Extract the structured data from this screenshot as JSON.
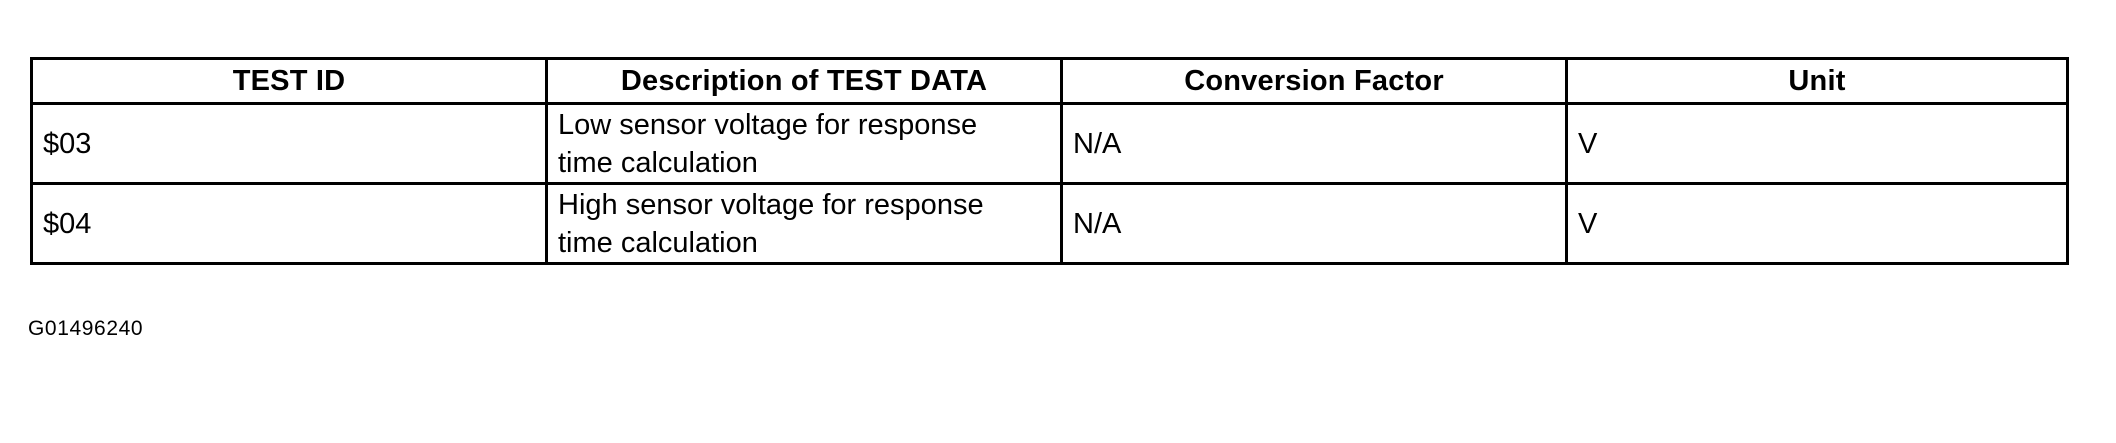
{
  "document": {
    "background_color": "#ffffff",
    "text_color": "#000000",
    "caption": "G01496240"
  },
  "table": {
    "columns": [
      {
        "key": "test_id",
        "label": "TEST ID",
        "align": "center"
      },
      {
        "key": "description",
        "label": "Description of TEST DATA",
        "align": "center"
      },
      {
        "key": "conversion_factor",
        "label": "Conversion Factor",
        "align": "center"
      },
      {
        "key": "unit",
        "label": "Unit",
        "align": "center"
      }
    ],
    "rows": [
      {
        "test_id": "$03",
        "description": "Low sensor voltage for response\ntime calculation",
        "conversion_factor": "N/A",
        "unit": "V"
      },
      {
        "test_id": "$04",
        "description": "High sensor voltage for response\ntime calculation",
        "conversion_factor": "N/A",
        "unit": "V"
      }
    ]
  }
}
